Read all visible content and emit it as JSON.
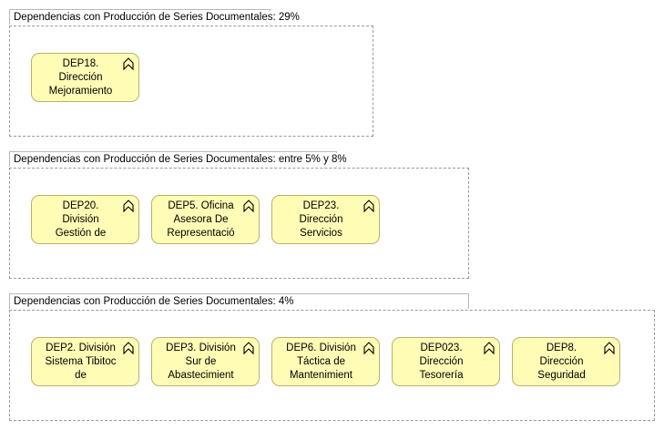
{
  "groups": [
    {
      "label": "Dependencias con Producción de Series Documentales: 29%",
      "elements": [
        {
          "id": "DEP18.",
          "name": "Dirección\nMejoramiento",
          "icon": "function-icon"
        }
      ]
    },
    {
      "label": "Dependencias con Producción de Series Documentales: entre 5% y 8%",
      "elements": [
        {
          "id": "DEP20.",
          "name": "División\nGestión de",
          "icon": "function-icon"
        },
        {
          "id": "DEP5. Oficina",
          "name": "Asesora De\nRepresentació",
          "icon": "function-icon"
        },
        {
          "id": "DEP23.",
          "name": "Dirección\nServicios",
          "icon": "function-icon"
        }
      ]
    },
    {
      "label": "Dependencias con Producción de Series Documentales: 4%",
      "elements": [
        {
          "id": "DEP2. División",
          "name": "Sistema Tibitoc\nde",
          "icon": "function-icon"
        },
        {
          "id": "DEP3. División",
          "name": "Sur de\nAbastecimient",
          "icon": "function-icon"
        },
        {
          "id": "DEP6. División",
          "name": "Táctica de\nMantenimient",
          "icon": "function-icon"
        },
        {
          "id": "DEP023.",
          "name": "Dirección\nTesorería",
          "icon": "function-icon"
        },
        {
          "id": "DEP8.",
          "name": "Dirección\nSeguridad",
          "icon": "function-icon"
        }
      ]
    }
  ],
  "colors": {
    "element_fill": "#fffcb5",
    "element_border": "#b8b26a",
    "group_border": "#9a9a9a"
  }
}
